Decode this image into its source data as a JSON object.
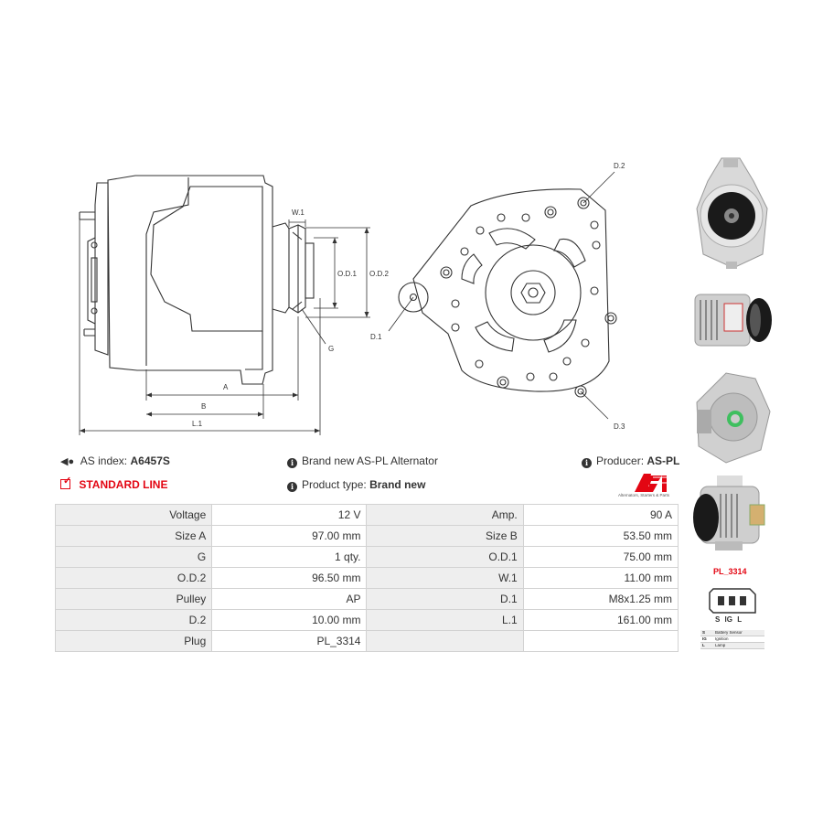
{
  "diagram": {
    "labels": {
      "w1": "W.1",
      "od1": "O.D.1",
      "od2": "O.D.2",
      "g": "G",
      "a": "A",
      "b": "B",
      "l1": "L.1",
      "d1": "D.1",
      "d2": "D.2",
      "d3": "D.3"
    }
  },
  "info": {
    "as_index_label": "AS index:",
    "as_index_value": "A6457S",
    "standard_line": "STANDARD LINE",
    "brand_text": "Brand new AS-PL Alternator",
    "product_type_label": "Product type:",
    "product_type_value": "Brand new",
    "producer_label": "Producer:",
    "producer_value": "AS-PL",
    "logo_tagline": "Alternators, Starters & Parts"
  },
  "specs": {
    "rows": [
      [
        {
          "label": "Voltage",
          "value": "12 V"
        },
        {
          "label": "Amp.",
          "value": "90 A"
        }
      ],
      [
        {
          "label": "Size A",
          "value": "97.00 mm"
        },
        {
          "label": "Size B",
          "value": "53.50 mm"
        }
      ],
      [
        {
          "label": "G",
          "value": "1 qty."
        },
        {
          "label": "O.D.1",
          "value": "75.00 mm"
        }
      ],
      [
        {
          "label": "O.D.2",
          "value": "96.50 mm"
        },
        {
          "label": "W.1",
          "value": "11.00 mm"
        }
      ],
      [
        {
          "label": "Pulley",
          "value": "AP"
        },
        {
          "label": "D.1",
          "value": "M8x1.25 mm"
        }
      ],
      [
        {
          "label": "D.2",
          "value": "10.00 mm"
        },
        {
          "label": "L.1",
          "value": "161.00 mm"
        }
      ],
      [
        {
          "label": "Plug",
          "value": "PL_3314"
        },
        {
          "label": "",
          "value": ""
        }
      ]
    ]
  },
  "plug": {
    "code": "PL_3314",
    "code_color": "#e30613",
    "pins": "S IG L",
    "legend": [
      {
        "key": "S",
        "desc": "Battery Sensor"
      },
      {
        "key": "IG",
        "desc": "Ignition"
      },
      {
        "key": "L",
        "desc": "Lamp"
      }
    ]
  },
  "colors": {
    "accent": "#e30613",
    "table_label_bg": "#eeeeee",
    "border": "#d2d2d2"
  }
}
